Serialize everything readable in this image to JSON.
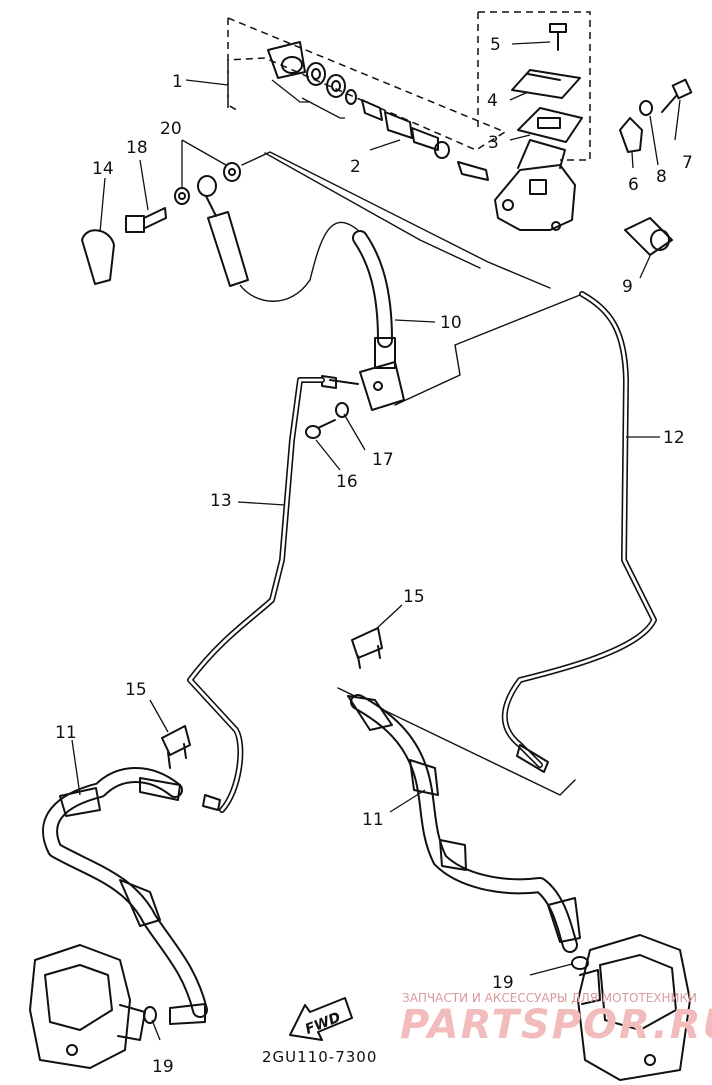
{
  "diagram": {
    "labels": {
      "l1": "1",
      "l2": "2",
      "l3": "3",
      "l4": "4",
      "l5": "5",
      "l6": "6",
      "l7": "7",
      "l8": "8",
      "l9": "9",
      "l10": "10",
      "l11a": "11",
      "l11b": "11",
      "l12": "12",
      "l13": "13",
      "l14": "14",
      "l15a": "15",
      "l15b": "15",
      "l16": "16",
      "l17": "17",
      "l18": "18",
      "l19a": "19",
      "l19b": "19",
      "l20": "20"
    },
    "part_code": "2GU110-7300",
    "fwd_label": "FWD"
  },
  "watermark": {
    "caption": "ЗАПЧАСТИ И АКСЕССУАРЫ ДЛЯ МОТОТЕХНИКИ",
    "brand": "PARTSPOR.RU"
  }
}
